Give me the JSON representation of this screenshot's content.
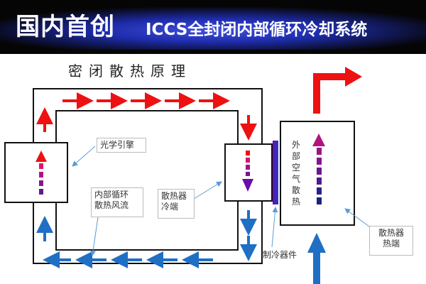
{
  "banner": {
    "title_left": "国内首创",
    "title_right": "ICCS全封闭内部循环冷却系统"
  },
  "diagram": {
    "title": "密闭散热原理",
    "labels": {
      "optical_engine": "光学引擎",
      "internal_airflow_line1": "内部循环",
      "internal_airflow_line2": "散热风流",
      "heatsink_cold_line1": "散热器",
      "heatsink_cold_line2": "冷端",
      "outside_air": "外部空气散热",
      "cooler": "制冷器件",
      "heatsink_hot_line1": "散热器",
      "heatsink_hot_line2": "热端"
    },
    "colors": {
      "hot": "#ee1111",
      "cold": "#1f6fc4",
      "purple": "#7a0f9a",
      "navy": "#1a237e"
    }
  }
}
